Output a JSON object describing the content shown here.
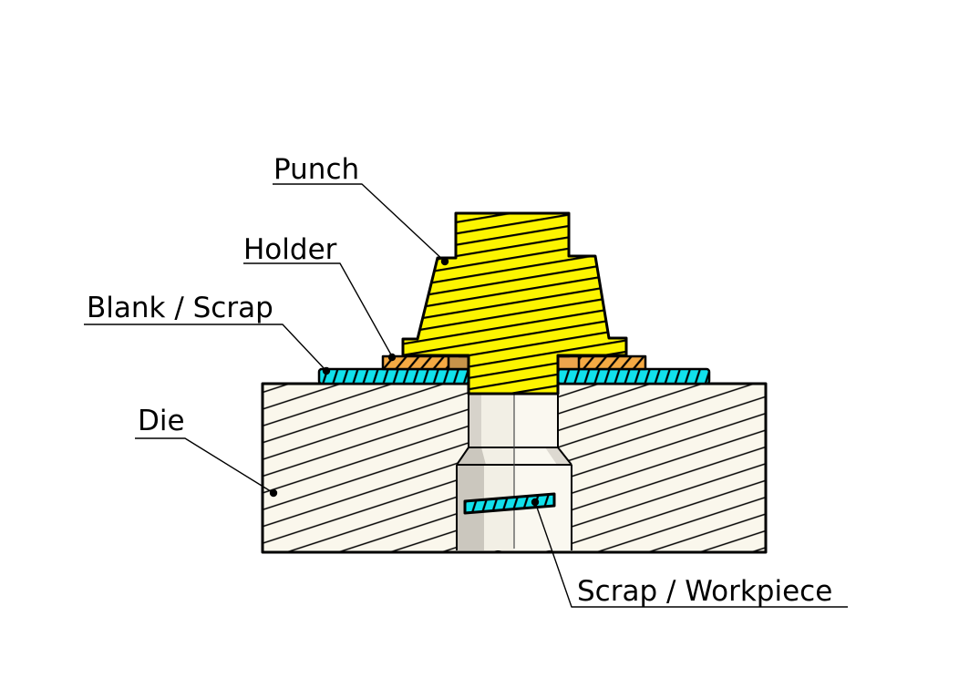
{
  "diagram": {
    "labels": {
      "punch": "Punch",
      "holder": "Holder",
      "blank_scrap": "Blank / Scrap",
      "die": "Die",
      "scrap_workpiece": "Scrap / Workpiece"
    },
    "colors": {
      "background": "#FFFFFF",
      "outline": "#000000",
      "punch": "#FCF400",
      "holder_hatched": "#F5AA43",
      "holder_block_left": "#C6934A",
      "holder_block_right": "#EEA54C",
      "blank": "#10E1EC",
      "die_fill": "#FAF7EC",
      "bore_mid": "#F2EFE5",
      "bore_highlight": "#FAF8F0",
      "bore_shadow_upper": "#D7D3CB",
      "bore_shadow_dark": "#CBC7BE",
      "bore_shadow_soft": "#DDD9D1"
    }
  }
}
